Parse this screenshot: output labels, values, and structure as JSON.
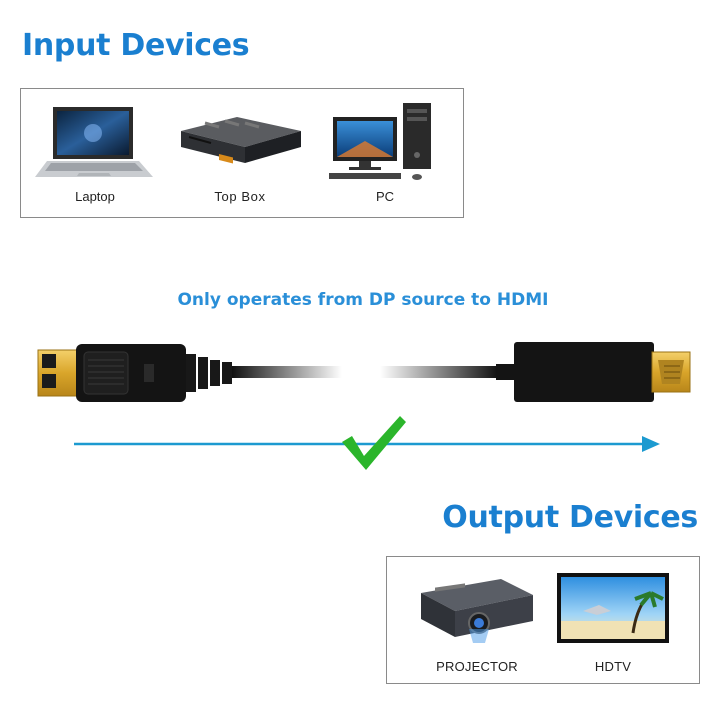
{
  "input_section": {
    "title": "Input Devices",
    "devices": [
      {
        "label": "Laptop",
        "icon": "laptop-icon"
      },
      {
        "label": "Top Box",
        "icon": "set-top-box-icon"
      },
      {
        "label": "PC",
        "icon": "desktop-pc-icon"
      }
    ]
  },
  "caption": "Only operates from DP source to HDMI",
  "output_section": {
    "title": "Output Devices",
    "devices": [
      {
        "label": "PROJECTOR",
        "icon": "projector-icon"
      },
      {
        "label": "HDTV",
        "icon": "tv-icon"
      }
    ]
  },
  "colors": {
    "heading": "#1a7fd0",
    "caption": "#2a8fd8",
    "arrow": "#1c9ad0",
    "check": "#2bb52b",
    "connector_gold": "#e2b43a",
    "cable": "#111111"
  }
}
